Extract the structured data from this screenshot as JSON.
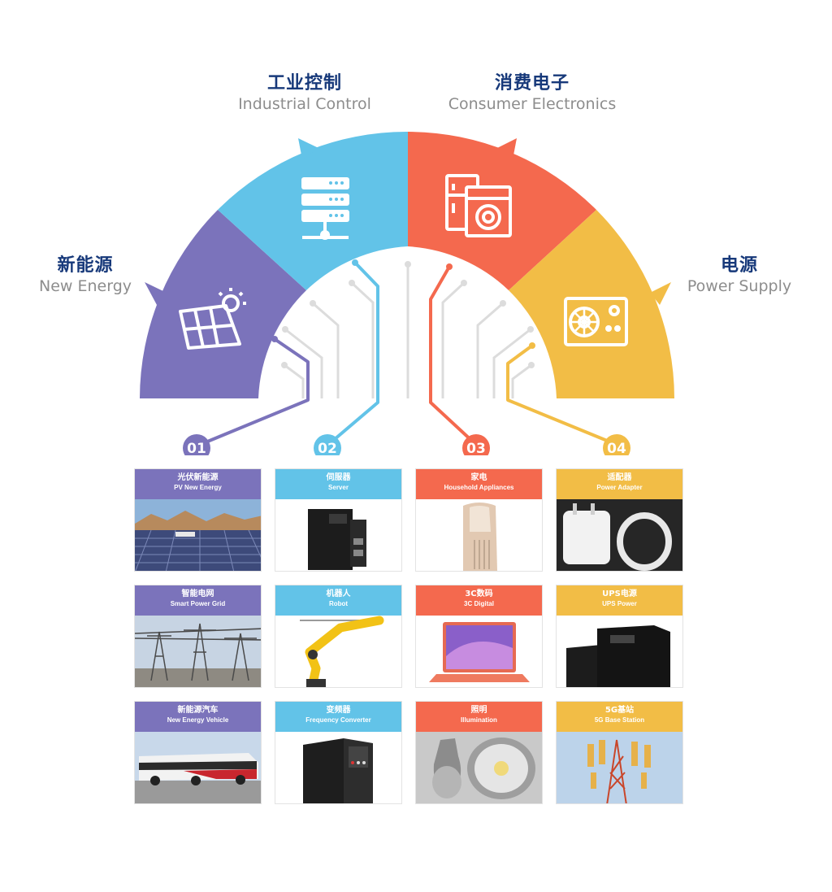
{
  "segments": [
    {
      "zh": "新能源",
      "en": "New Energy",
      "number": "01",
      "color": "#7b73bb",
      "icon": "solar-panel-icon"
    },
    {
      "zh": "工业控制",
      "en": "Industrial Control",
      "number": "02",
      "color": "#62c3e8",
      "icon": "server-rack-icon"
    },
    {
      "zh": "消费电子",
      "en": "Consumer Electronics",
      "number": "03",
      "color": "#f4694e",
      "icon": "appliances-icon"
    },
    {
      "zh": "电源",
      "en": "Power Supply",
      "number": "04",
      "color": "#f2bd46",
      "icon": "power-supply-icon"
    }
  ],
  "cards": [
    [
      {
        "zh": "光伏新能源",
        "en": "PV New Energy",
        "photo": "solar-farm"
      },
      {
        "zh": "智能电网",
        "en": "Smart Power Grid",
        "photo": "substation"
      },
      {
        "zh": "新能源汽车",
        "en": "New Energy Vehicle",
        "photo": "bus"
      }
    ],
    [
      {
        "zh": "伺服器",
        "en": "Server",
        "photo": "servo-drive"
      },
      {
        "zh": "机器人",
        "en": "Robot",
        "photo": "robot-arm"
      },
      {
        "zh": "变频器",
        "en": "Frequency Converter",
        "photo": "inverter"
      }
    ],
    [
      {
        "zh": "家电",
        "en": "Household Appliances",
        "photo": "air-purifier"
      },
      {
        "zh": "3C数码",
        "en": "3C Digital",
        "photo": "laptop"
      },
      {
        "zh": "照明",
        "en": "Illumination",
        "photo": "led-lamp"
      }
    ],
    [
      {
        "zh": "适配器",
        "en": "Power Adapter",
        "photo": "adapter"
      },
      {
        "zh": "UPS电源",
        "en": "UPS Power",
        "photo": "ups"
      },
      {
        "zh": "5G基站",
        "en": "5G Base Station",
        "photo": "tower"
      }
    ]
  ]
}
